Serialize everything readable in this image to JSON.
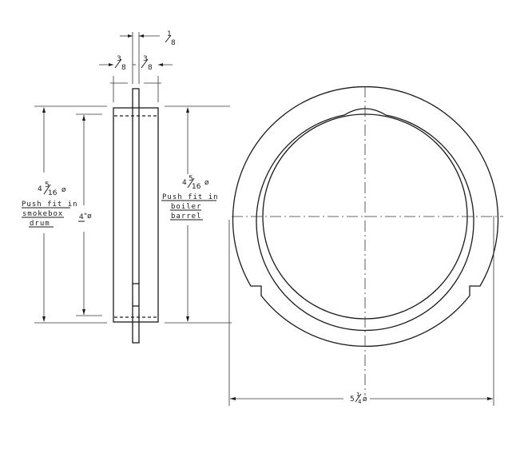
{
  "drawing": {
    "type": "engineering-drawing",
    "views": [
      "side-section",
      "front-elevation"
    ],
    "dimensions": {
      "web_thickness": {
        "whole": "",
        "num": "1",
        "den": "8"
      },
      "left_flange": {
        "whole": "",
        "num": "3",
        "den": "8"
      },
      "right_flange": {
        "whole": "",
        "num": "3",
        "den": "8"
      },
      "left_outer_dia": {
        "whole": "4",
        "num": "5",
        "den": "16",
        "suffix": "ø"
      },
      "inner_dia": {
        "whole": "4",
        "suffix": "\"ø"
      },
      "right_outer_dia": {
        "whole": "4",
        "num": "5",
        "den": "16",
        "suffix": "ø"
      },
      "overall_dia": {
        "whole": "5",
        "num": "1",
        "den": "4",
        "suffix": "ø"
      }
    },
    "notes": {
      "smokebox": [
        "Push fit in",
        "smokebox",
        "drum"
      ],
      "boiler": [
        "Push fit in",
        "boiler",
        "barrel"
      ]
    }
  }
}
